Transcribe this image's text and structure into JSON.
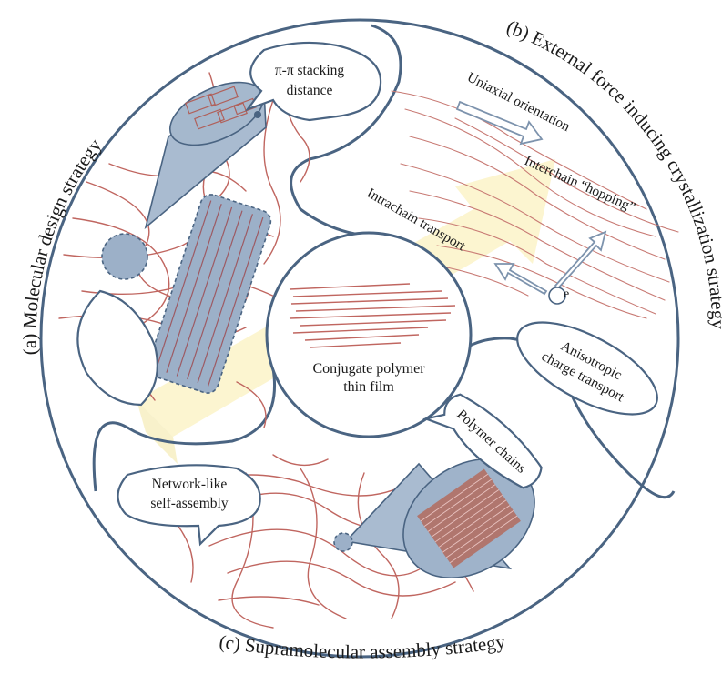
{
  "diagram": {
    "sections": {
      "a": "(a) Molecular design strategy",
      "b": "(b) External force inducing crystallization strategy",
      "c": "(c) Supramolecular assembly strategy"
    },
    "center_label_line1": "Conjugate polymer",
    "center_label_line2": "thin film",
    "callouts": {
      "pi_stacking_line1": "π-π stacking",
      "pi_stacking_line2": "distance",
      "anisotropic_line1": "Anisotropic",
      "anisotropic_line2": "charge transport",
      "polymer_chains": "Polymer chains",
      "network_line1": "Network-like",
      "network_line2": "self-assembly"
    },
    "annotations": {
      "uniaxial": "Uniaxial orientation",
      "interchain": "Interchain “hopping”",
      "intrachain": "Intrachain transport",
      "electron": "e"
    },
    "colors": {
      "outline": "#4a6482",
      "polymer_chain": "#c06660",
      "highlight_fill": "#9cb0c8",
      "background_arrow": "#fbf3c8"
    }
  }
}
